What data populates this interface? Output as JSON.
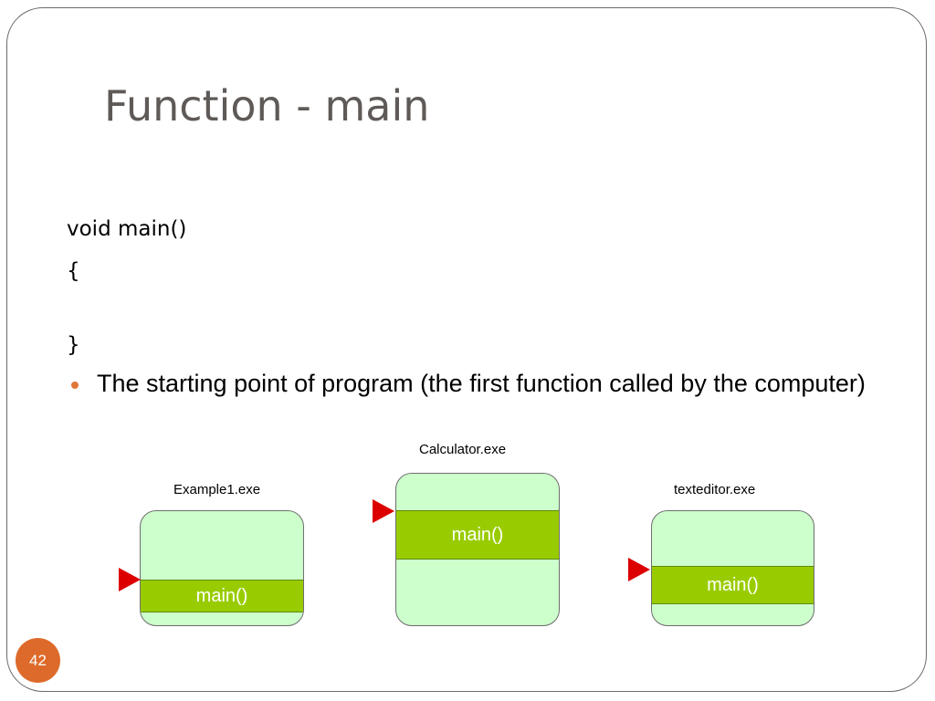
{
  "slide": {
    "title": "Function - main",
    "code_lines": [
      "void main()",
      "{",
      "}"
    ],
    "bullet": "The starting point of program (the first function called by the computer)",
    "programs": [
      {
        "name": "Example1.exe",
        "function_label": "main()"
      },
      {
        "name": "Calculator.exe",
        "function_label": "main()"
      },
      {
        "name": "texteditor.exe",
        "function_label": "main()"
      }
    ],
    "page_number": "42"
  },
  "colors": {
    "title": "#5f5a57",
    "bullet": "#e2773a",
    "box_fill": "#ccffcc",
    "band_fill": "#99cc00",
    "arrow": "#dd0000",
    "page_badge": "#dd6a2a"
  },
  "icons": {
    "bullet": "bullet-dot-icon",
    "pointer": "red-triangle-pointer-icon"
  }
}
